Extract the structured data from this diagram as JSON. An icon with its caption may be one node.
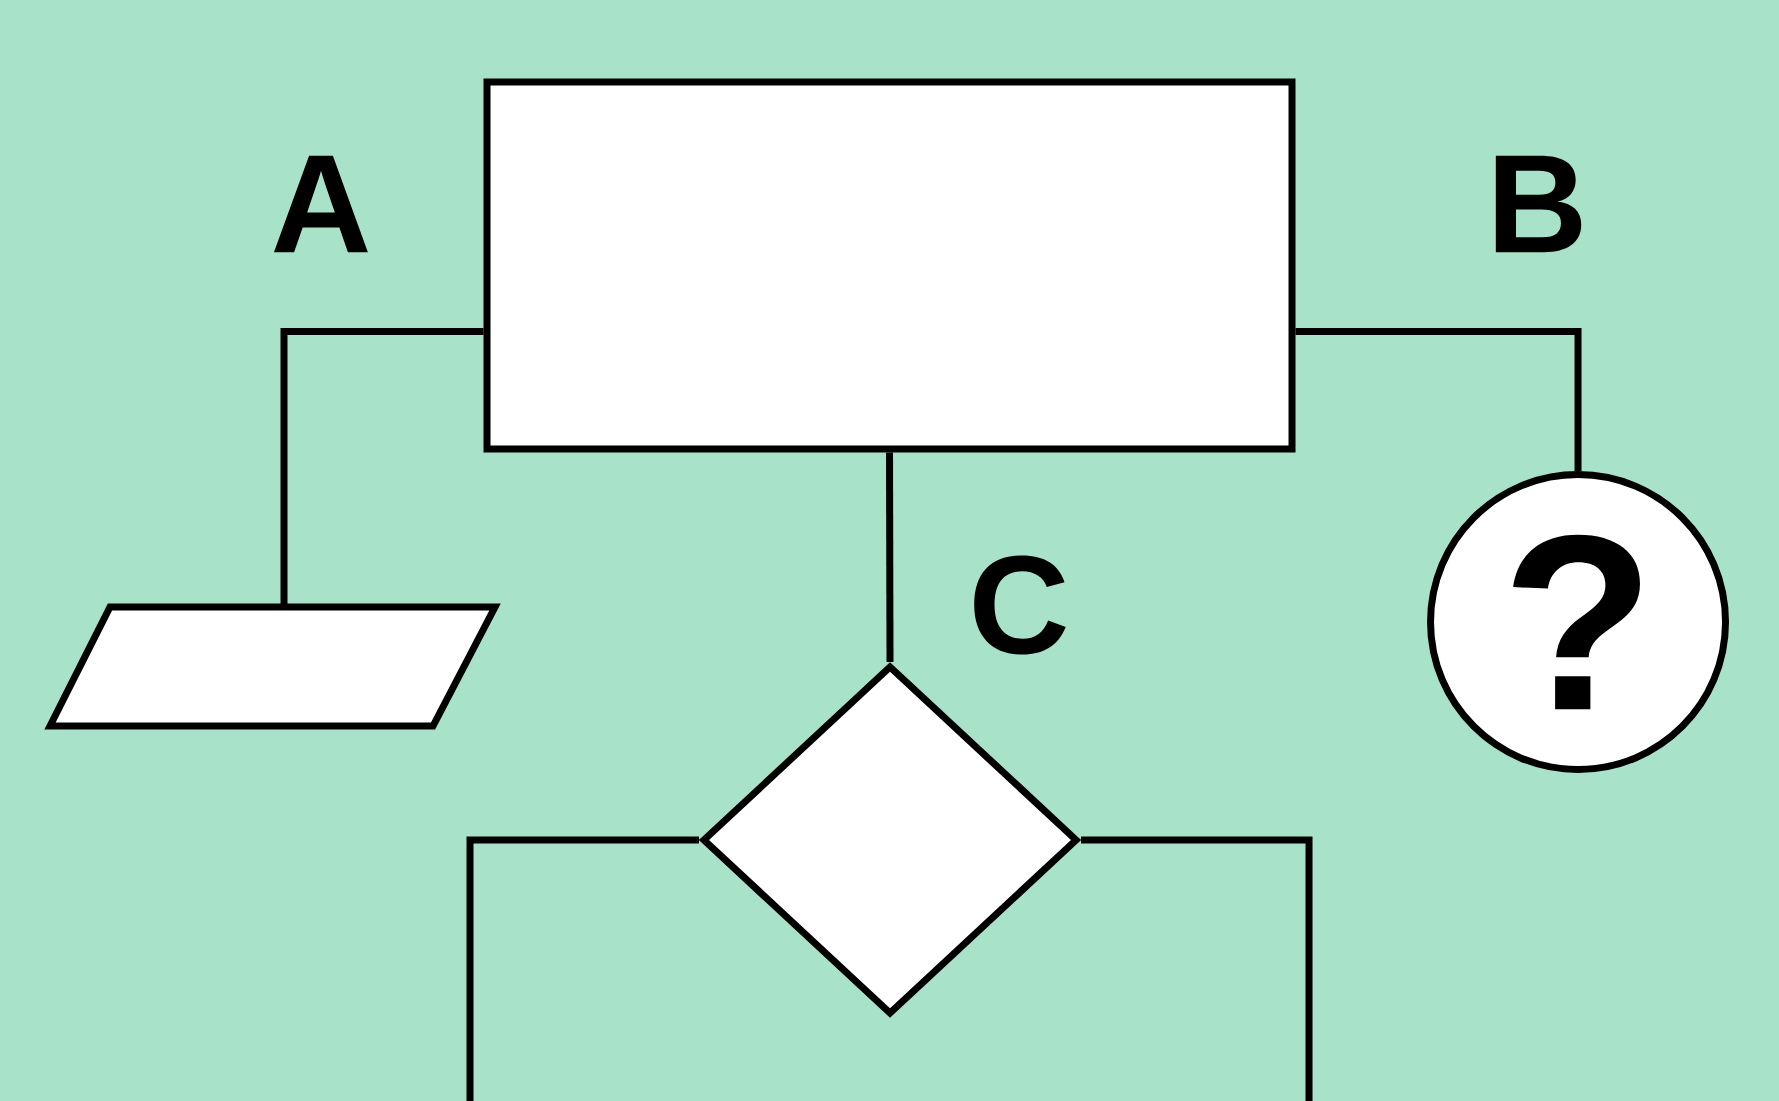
{
  "diagram": {
    "nodes": [
      {
        "text": [],
        "shape": "box"
      },
      {
        "text": [],
        "shape": "parallelogram"
      },
      {
        "text": [
          "?"
        ]
      },
      {
        "text": [],
        "shape": "diamond"
      }
    ],
    "edges": [
      {
        "from": 0,
        "to": 1,
        "arrow": "none"
      },
      {
        "from": 0,
        "to": 2,
        "arrow": "none"
      },
      {
        "from": 0,
        "to": 3,
        "arrow": "none"
      },
      {
        "from": 3,
        "to": null,
        "arrow": "none"
      },
      {
        "from": 3,
        "to": null,
        "arrow": "none"
      }
    ],
    "labels": [
      "A",
      "B",
      "C"
    ]
  }
}
